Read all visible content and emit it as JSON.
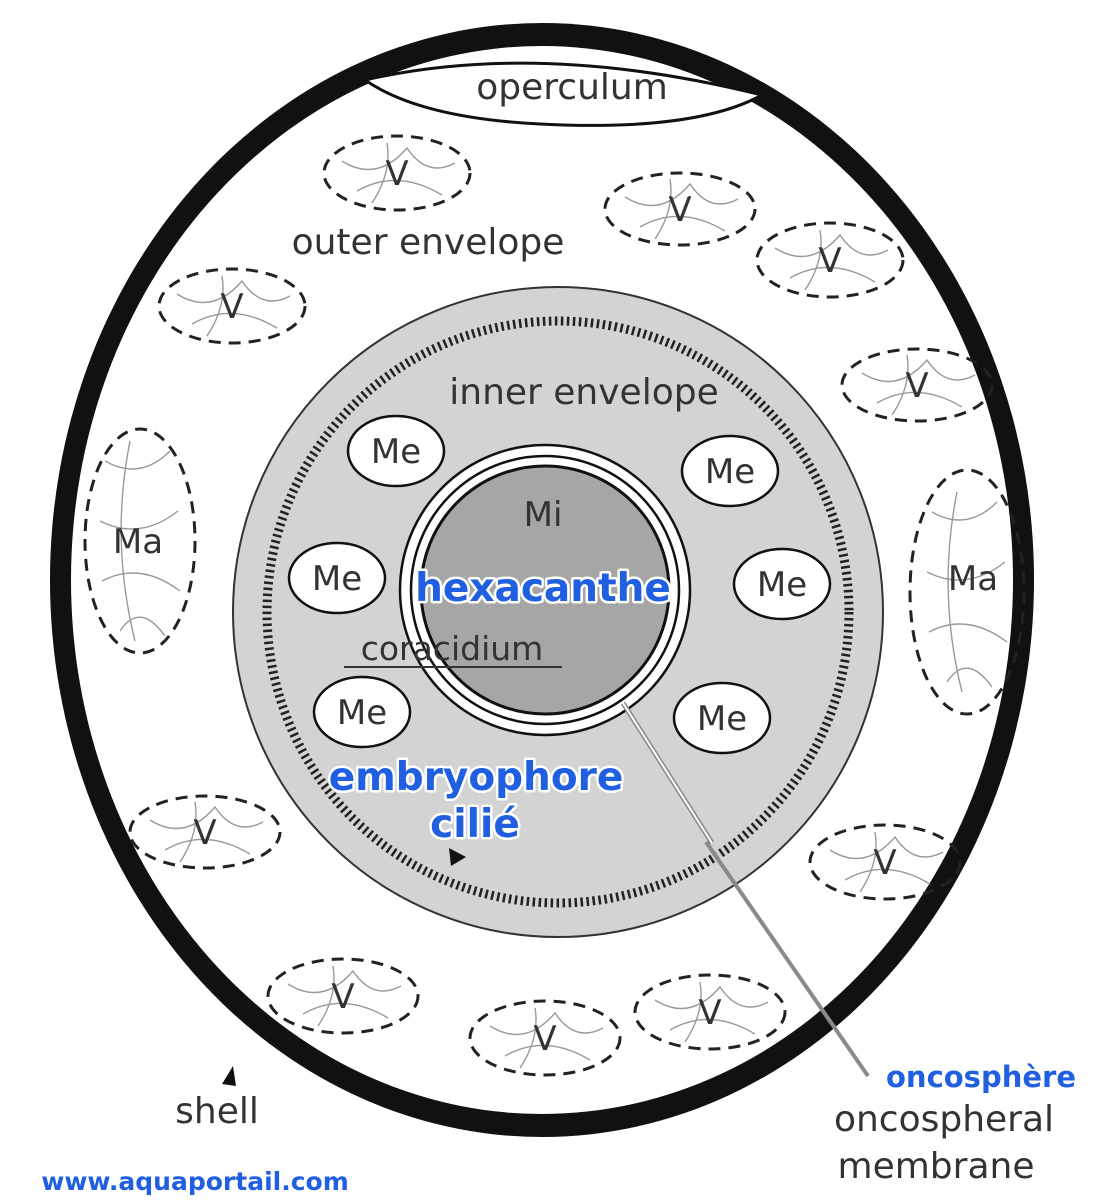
{
  "labels": {
    "operculum": "operculum",
    "outer_envelope": "outer envelope",
    "inner_envelope": "inner envelope",
    "mi": "Mi",
    "coracidium": "coracidium",
    "shell": "shell",
    "oncospheral_membrane_line1": "oncospheral",
    "oncospheral_membrane_line2": "membrane",
    "ma": "Ma",
    "v": "V",
    "me": "Me"
  },
  "overlay_labels": {
    "hexacanthe": "hexacanthe",
    "embryophore_line1": "embryophore",
    "embryophore_line2": "cilié",
    "oncosphere": "oncosphère"
  },
  "watermark": "www.aquaportail.com",
  "colors": {
    "shell": "#111111",
    "inner_envelope_fill": "#d3d3d3",
    "core_fill": "#a6a6a6",
    "overlay_blue": "#1f5fe0",
    "text": "#333333"
  }
}
